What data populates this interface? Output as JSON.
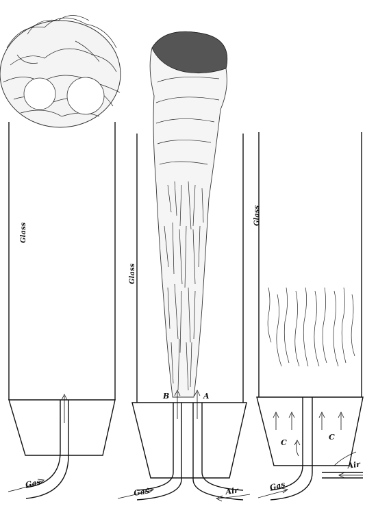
{
  "panels": [
    {
      "id": "left",
      "glass_label": "Glass",
      "gas_label": "Gas"
    },
    {
      "id": "middle",
      "glass_label": "Glass",
      "gas_label": "Gas",
      "air_label": "Air",
      "marker_b": "B",
      "marker_a": "A"
    },
    {
      "id": "right",
      "glass_label": "Glass",
      "gas_label": "Gas",
      "air_label": "Air",
      "marker_c": "C"
    }
  ]
}
